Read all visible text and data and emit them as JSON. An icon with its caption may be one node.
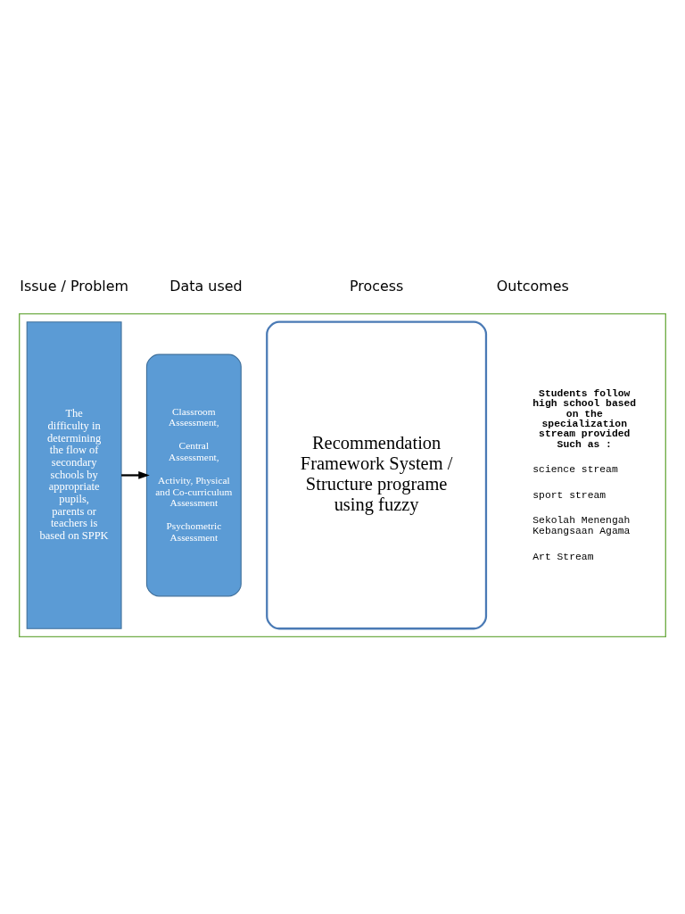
{
  "diagram": {
    "nodes": [
      {
        "text": [],
        "shape": "box"
      },
      {
        "text": [
          "The difficulty in determining the flow of secondary schools by appropriate pupils, parents or teachers is based on SPPK"
        ],
        "in": 0
      },
      {
        "text": [
          "Classroom Assessment,",
          "Central Assessment,",
          "Activity, Physical and Co-curriculum Assessment",
          "Psychometric Assessment"
        ],
        "in": 0
      },
      {
        "text": [
          "Recommendation Framework System / Structure programe using fuzzy"
        ],
        "in": 0
      }
    ],
    "edges": [
      {
        "from": 1,
        "to": 2,
        "arrow": "to"
      }
    ],
    "labels": [
      "Issue / Problem",
      "Data used",
      "Process",
      "Outcomes",
      "Students follow high school based on the specialization stream provided Such as :",
      "science stream",
      "sport stream",
      "Sekolah Menengah Kebangsaan Agama",
      "Art Stream"
    ]
  }
}
